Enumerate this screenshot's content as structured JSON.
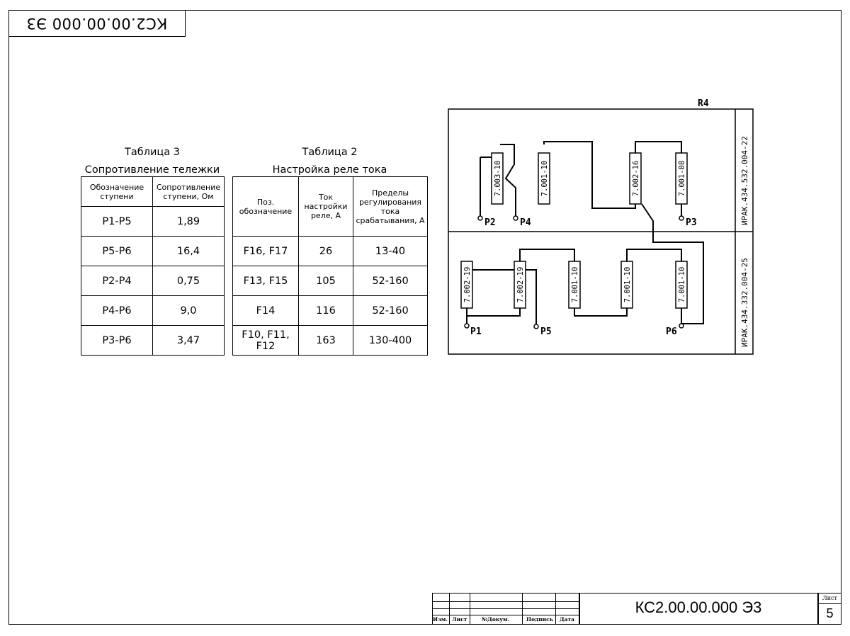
{
  "stamp": {
    "code_inverted": "КС2.00.00.000 Э3"
  },
  "table3": {
    "title": "Таблица 3",
    "subtitle": "Сопротивление тележки",
    "headers": [
      "Обозначение ступени",
      "Сопротивление ступени, Ом"
    ],
    "rows": [
      [
        "Р1-Р5",
        "1,89"
      ],
      [
        "Р5-Р6",
        "16,4"
      ],
      [
        "Р2-Р4",
        "0,75"
      ],
      [
        "Р4-Р6",
        "9,0"
      ],
      [
        "Р3-Р6",
        "3,47"
      ]
    ]
  },
  "table2": {
    "title": "Таблица 2",
    "subtitle": "Настройка реле тока",
    "headers": [
      "Поз. обозначение",
      "Ток настройки реле, А",
      "Пределы регулирования тока срабатывания, А"
    ],
    "rows": [
      [
        "F16, F17",
        "26",
        "13-40"
      ],
      [
        "F13, F15",
        "105",
        "52-160"
      ],
      [
        "F14",
        "116",
        "52-160"
      ],
      [
        "F10, F11, F12",
        "163",
        "130-400"
      ]
    ]
  },
  "diagram": {
    "title": "R4",
    "upper_code": "ИРАК.434.532.004-22",
    "lower_code": "ИРАК.434.332.004-25",
    "upper_elements": [
      "7.003-10",
      "7.001-10",
      "7.002-16",
      "7.001-08"
    ],
    "lower_elements": [
      "7.002-19",
      "7.002-19",
      "7.001-10",
      "7.001-10",
      "7.001-10"
    ],
    "terminals": [
      "P2",
      "P4",
      "P3",
      "P1",
      "P5",
      "P6"
    ]
  },
  "title_block": {
    "labels": [
      "Изм.",
      "Лист",
      "№Докум.",
      "Подпись",
      "Дата"
    ],
    "code": "КС2.00.00.000 Э3",
    "sheet_label": "Лист",
    "sheet_number": "5"
  }
}
